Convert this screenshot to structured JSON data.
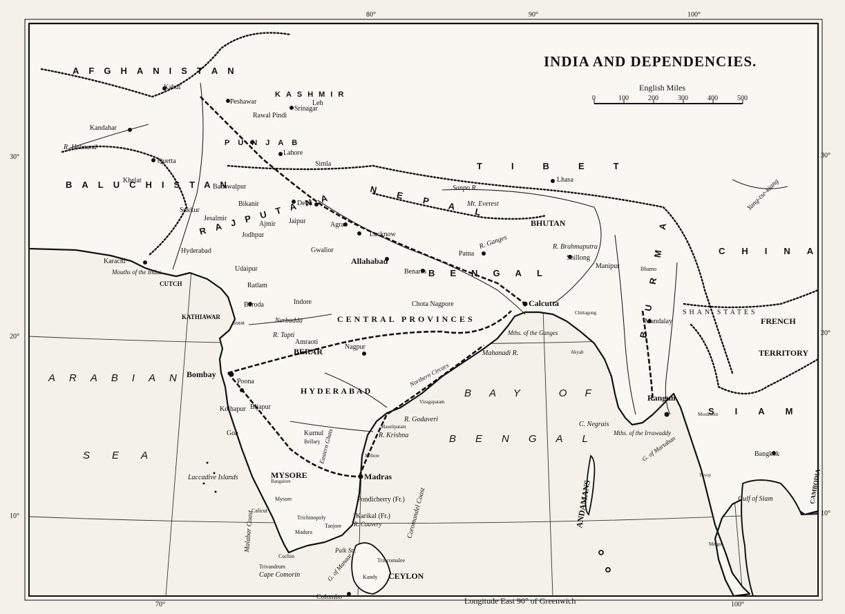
{
  "title": "INDIA AND DEPENDENCIES.",
  "scale": {
    "label": "English Miles",
    "ticks": [
      "0",
      "100",
      "200",
      "300",
      "400",
      "500"
    ]
  },
  "longitude_caption": "Longitude East  90° of Greenwich",
  "lat_labels": [
    "30°",
    "20°",
    "10°"
  ],
  "lon_top": [
    "80°",
    "90°",
    "100°"
  ],
  "lon_bottom": [
    "70°",
    "100°"
  ],
  "regions": [
    "AFGHANISTAN",
    "BALUCHISTAN",
    "RAJPUTANA",
    "TIBET",
    "NEPAL",
    "BENGAL",
    "CENTRAL PROVINCES",
    "CHINA",
    "SIAM",
    "BURMA",
    "MYSORE",
    "HYDERABAD"
  ],
  "seas": [
    "ARABIAN",
    "SEA",
    "BAY OF",
    "BENGAL"
  ],
  "places": [
    "Kabul",
    "Peshawar",
    "Kandahar",
    "Quetta",
    "Khelat",
    "Rawal Pindi",
    "Srinagar",
    "Leh",
    "Lahore",
    "Simla",
    "Delhi",
    "Agra",
    "Lucknow",
    "Allahabad",
    "Benares",
    "Patna",
    "Lhasa",
    "Mt. Everest",
    "BHUTAN",
    "Shillong",
    "Manipur",
    "Bhamo",
    "Mandalay",
    "Rangun",
    "Bangkok",
    "Karachi",
    "Mouths of the Indus",
    "Jodhpur",
    "Ajmir",
    "Jaipur",
    "Bikanir",
    "Jesalmir",
    "Bahawalpur",
    "Sukkur",
    "Hyderabad",
    "Udaipur",
    "Ratlam",
    "Indore",
    "Gwalior",
    "Baroda",
    "Surat",
    "Bombay",
    "Poona",
    "Bijapur",
    "Kolhapur",
    "Goa",
    "Bellary",
    "Kurnul",
    "Nagpur",
    "Amraoti",
    "BERAR",
    "Madras",
    "Pondicherry (Fr.)",
    "Karikal (Fr.)",
    "Calicut",
    "Cochin",
    "Trivandrum",
    "Cape Comorin",
    "Colombo",
    "Kandy",
    "CEYLON",
    "Trincomalee",
    "Calcutta",
    "Chota Nagpore",
    "Mahanadi R.",
    "R. Godaveri",
    "R. Krishna",
    "Masulipatam",
    "Vizagapatam",
    "Laccadive Islands",
    "Malabar Coast",
    "Coromandel Coast",
    "ANDAMANS",
    "C. Negrais",
    "Mths. of the Irrawaddy",
    "G. of Martaban",
    "Gulf of Siam",
    "CAMBODIA",
    "FRENCH",
    "TERRITORY",
    "SHAN STATES",
    "Sanpo R.",
    "Yang-tse-kiang",
    "R. Brahmaputra",
    "R. Ganges",
    "Mths. of the Ganges",
    "KATHIAWAR",
    "CUTCH",
    "KASHMIR",
    "PUNJAB",
    "Nerbudda",
    "R. Tapti",
    "R. Helmand",
    "Akyab",
    "Chittagong",
    "Moulmein",
    "Tavoy",
    "Mergui",
    "Tanjore",
    "Trichinopoly",
    "Madura",
    "Mysore",
    "Bangalore",
    "G. of Manaar",
    "Palk Str.",
    "Nellore",
    "R. Cauvery",
    "Northern Circars",
    "Eastern Ghats"
  ]
}
